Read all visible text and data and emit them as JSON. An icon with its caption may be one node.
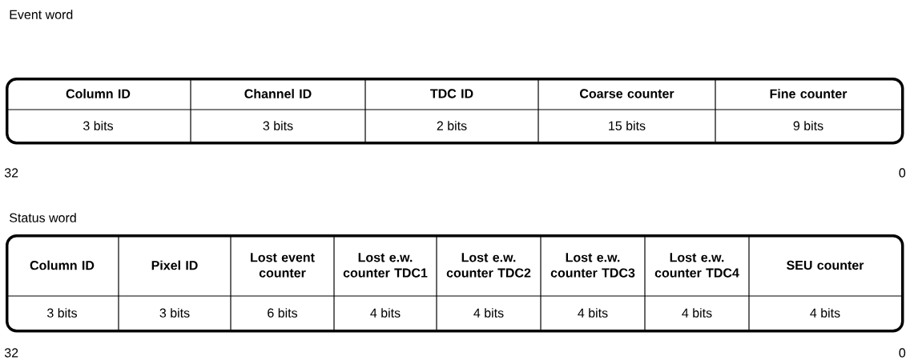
{
  "diagram": {
    "nodes": [
      {
        "text": [
          "Event word"
        ]
      },
      {
        "text": [
          "Column ID",
          "3 bits"
        ],
        "in": 0
      },
      {
        "text": [
          "Channel ID",
          "3 bits"
        ],
        "in": 0
      },
      {
        "text": [
          "TDC ID",
          "2 bits"
        ],
        "in": 0
      },
      {
        "text": [
          "Coarse counter",
          "15 bits"
        ],
        "in": 0
      },
      {
        "text": [
          "Fine counter",
          "9 bits"
        ],
        "in": 0
      },
      {
        "text": [
          "Status word"
        ]
      },
      {
        "text": [
          "Column ID",
          "3 bits"
        ],
        "in": 6
      },
      {
        "text": [
          "Pixel ID",
          "3 bits"
        ],
        "in": 6
      },
      {
        "text": [
          "Lost event counter",
          "6 bits"
        ],
        "in": 6
      },
      {
        "text": [
          "Lost e.w. counter TDC1",
          "4 bits"
        ],
        "in": 6
      },
      {
        "text": [
          "Lost e.w. counter TDC2",
          "4 bits"
        ],
        "in": 6
      },
      {
        "text": [
          "Lost e.w. counter TDC3",
          "4 bits"
        ],
        "in": 6
      },
      {
        "text": [
          "Lost e.w. counter TDC4",
          "4 bits"
        ],
        "in": 6
      },
      {
        "text": [
          "SEU counter",
          "4 bits"
        ],
        "in": 6
      }
    ],
    "labels": [
      "32",
      "0",
      "32",
      "0"
    ]
  }
}
